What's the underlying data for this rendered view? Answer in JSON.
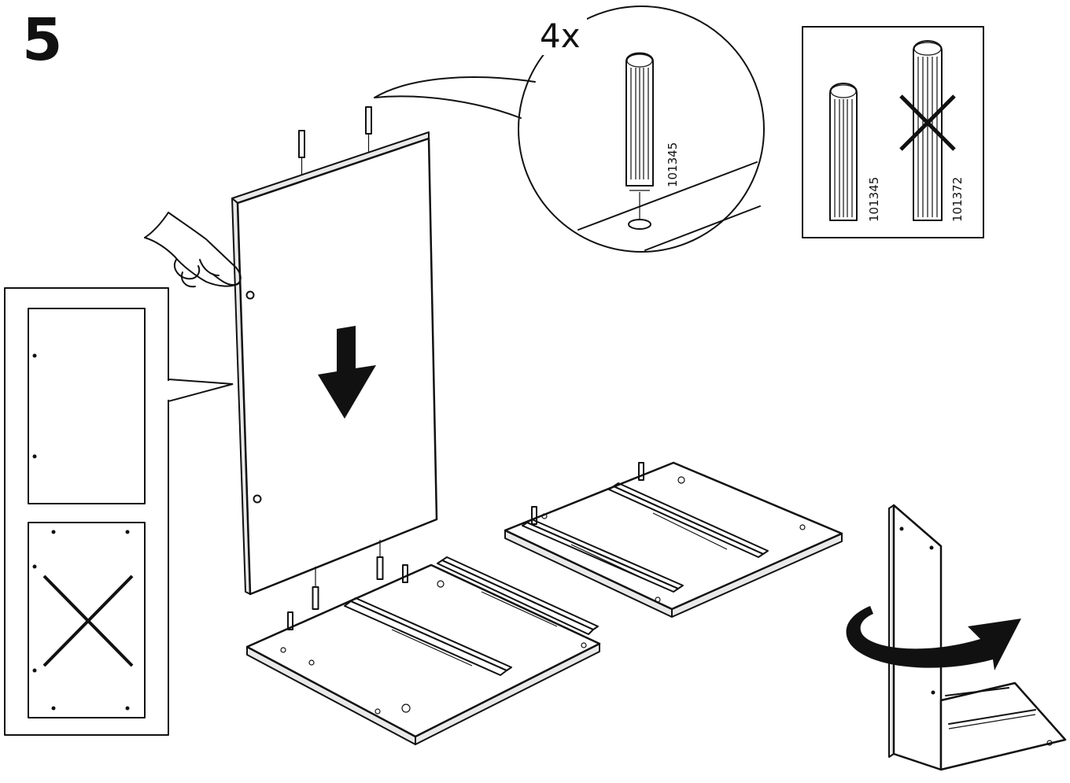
{
  "step": {
    "number": "5"
  },
  "callout_dowel": {
    "quantity": "4x",
    "part_number": "101345"
  },
  "dowel_compare": {
    "correct_part": "101345",
    "wrong_part": "101372"
  },
  "icons": [
    "finger-press-icon",
    "down-arrow-icon",
    "rotate-arrow-icon",
    "cross-mark-icon"
  ]
}
